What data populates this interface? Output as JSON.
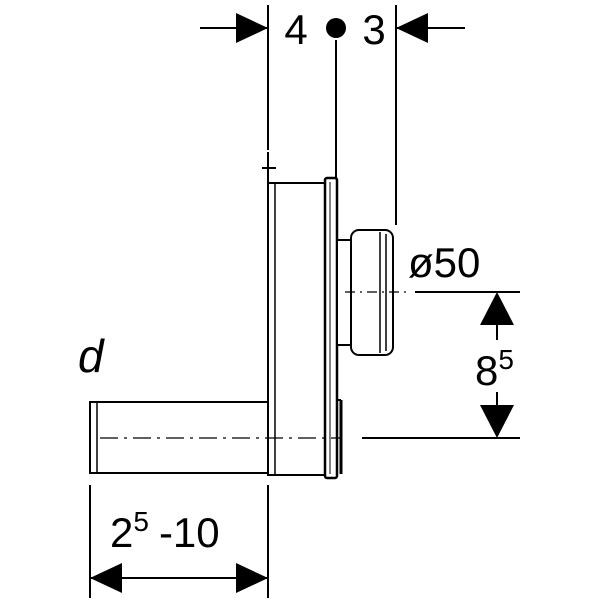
{
  "dimensions": {
    "top_left_value": "4",
    "top_right_value": "3",
    "diameter": "ø50",
    "height_main": "8",
    "height_sup": "5",
    "width_main": "2",
    "width_sup": "5",
    "width_range": "-10",
    "pipe_symbol": "d"
  }
}
